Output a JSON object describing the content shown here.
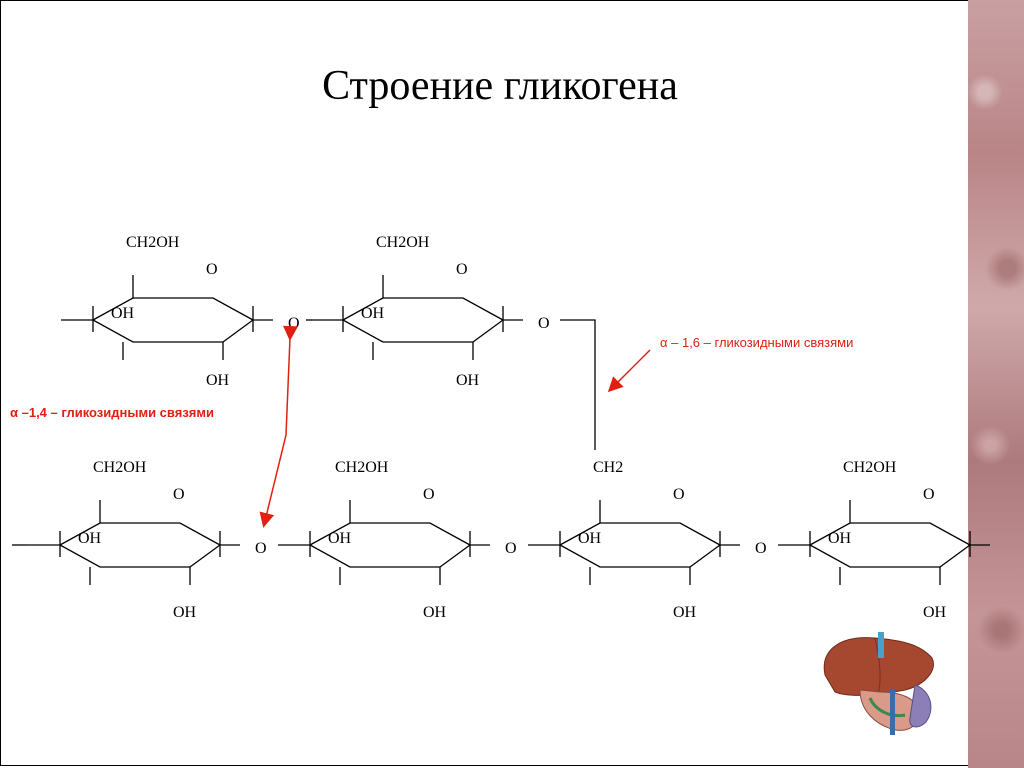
{
  "slide": {
    "title": "Строение гликогена"
  },
  "labels": {
    "alpha_1_4": "α –1,4 – гликозидными связями",
    "alpha_1_6": "α – 1,6 – гликозидными связями"
  },
  "groups": {
    "ch2oh": "CH2OH",
    "ch2": "CH2",
    "oh": "OH",
    "o": "O"
  },
  "colors": {
    "arrow": "#e02010",
    "text": "#000000"
  },
  "icons": {
    "organ_image": "liver-icon"
  }
}
